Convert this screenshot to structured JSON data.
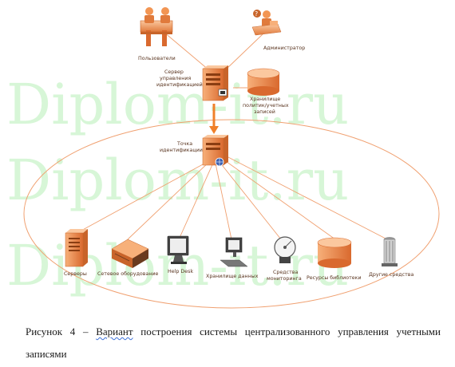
{
  "watermark": "Diplom-it.ru",
  "labels": {
    "users": "Пользователи",
    "admin": "Администратор",
    "server_l1": "Сервер",
    "server_l2": "управления",
    "server_l3": "идентификацией",
    "store_l1": "Хранилище",
    "store_l2": "политик/учетных",
    "store_l3": "записей",
    "point_l1": "Точка",
    "point_l2": "идентификации",
    "servers": "Серверы",
    "network": "Сетевое оборудование",
    "helpdesk": "Help Desk",
    "datastore": "Хранилище данных",
    "monitor_l1": "Средства",
    "monitor_l2": "мониторинга",
    "library": "Ресурсы библиотеки",
    "other": "Другие средства"
  },
  "caption": {
    "prefix": "Рисунок 4 – ",
    "underlined": "Вариант",
    "rest": " построения системы централизованного управления учетными записями"
  },
  "colors": {
    "line": "#f0a070",
    "orange": "#f29553",
    "orange_dark": "#c8642a",
    "arrow": "#f0802a",
    "watermark": "#8ee88e"
  }
}
